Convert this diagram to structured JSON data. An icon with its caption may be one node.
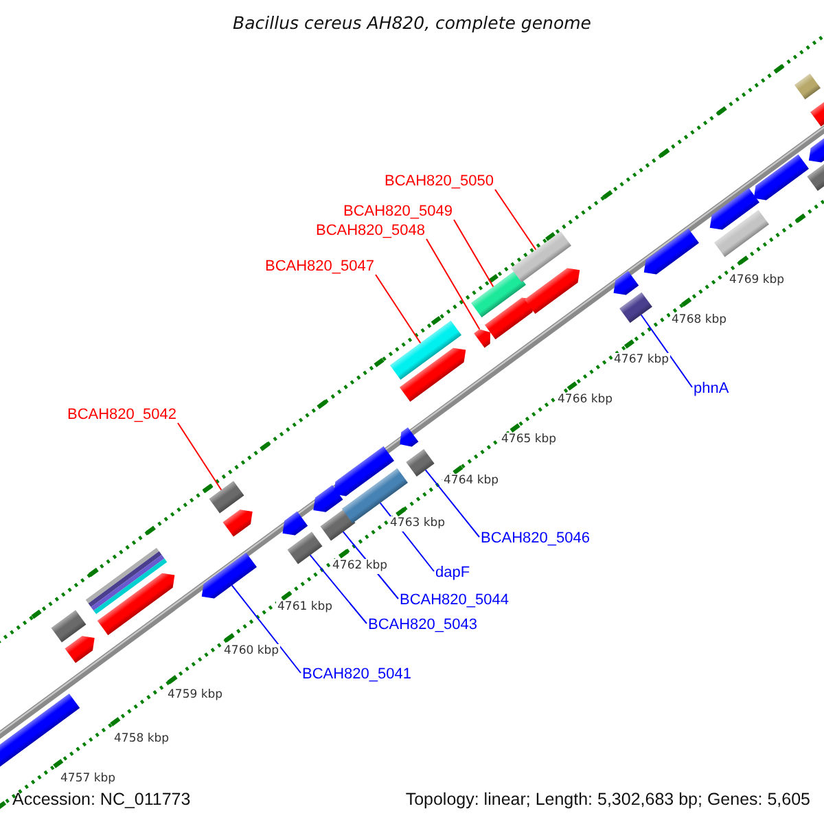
{
  "diagram": {
    "title": "Bacillus cereus AH820, complete genome",
    "nodes": [
      {
        "text": [
          "BCAH820_5050"
        ]
      },
      {
        "text": [
          "BCAH820_5049"
        ]
      },
      {
        "text": [
          "BCAH820_5048"
        ]
      },
      {
        "text": [
          "BCAH820_5047"
        ]
      },
      {
        "text": [
          "BCAH820_5042"
        ]
      },
      {
        "text": [
          "phnA"
        ]
      },
      {
        "text": [
          "BCAH820_5046"
        ]
      },
      {
        "text": [
          "dapF"
        ]
      },
      {
        "text": [
          "BCAH820_5044"
        ]
      },
      {
        "text": [
          "BCAH820_5043"
        ]
      },
      {
        "text": [
          "BCAH820_5041"
        ]
      },
      {
        "text": [],
        "shape": "bar"
      },
      {
        "text": [],
        "shape": "bar"
      },
      {
        "text": [],
        "shape": "bar"
      },
      {
        "text": [],
        "shape": "bar"
      },
      {
        "text": [],
        "shape": "bar"
      },
      {
        "text": [],
        "shape": "bar"
      },
      {
        "text": [],
        "shape": "bar"
      },
      {
        "text": [],
        "shape": "bar"
      },
      {
        "text": [],
        "shape": "bar"
      },
      {
        "text": [],
        "shape": "bar"
      },
      {
        "text": [],
        "shape": "bar"
      },
      {
        "text": [],
        "shape": "bar"
      },
      {
        "text": [],
        "shape": "bar"
      },
      {
        "text": [],
        "shape": "bar"
      },
      {
        "text": [],
        "shape": "bar"
      },
      {
        "text": [],
        "shape": "bar"
      },
      {
        "text": [],
        "shape": "bar"
      },
      {
        "text": [],
        "shape": "bar"
      },
      {
        "text": [],
        "shape": "bar"
      },
      {
        "text": [],
        "shape": "bar"
      },
      {
        "text": [],
        "shape": "bar"
      },
      {
        "text": [],
        "shape": "bar"
      },
      {
        "text": [],
        "shape": "bar"
      },
      {
        "text": [],
        "shape": "bar"
      },
      {
        "text": [],
        "shape": "bar"
      },
      {
        "text": [],
        "shape": "bar"
      },
      {
        "text": [],
        "shape": "bar"
      },
      {
        "text": [],
        "shape": "bar"
      },
      {
        "text": [],
        "shape": "bar"
      },
      {
        "text": [],
        "shape": "bar"
      },
      {
        "text": [],
        "shape": "bar"
      },
      {
        "text": [],
        "shape": "bar"
      },
      {
        "text": [],
        "shape": "bar"
      }
    ],
    "edges": [
      {
        "from": 0,
        "to": 32,
        "arrow": "none",
        "color": "#ff0000"
      },
      {
        "from": 1,
        "to": 29,
        "arrow": "none",
        "color": "#ff0000"
      },
      {
        "from": 2,
        "to": 30,
        "arrow": "none",
        "color": "#ff0000"
      },
      {
        "from": 3,
        "to": 25,
        "arrow": "none",
        "color": "#ff0000"
      },
      {
        "from": 4,
        "to": 17,
        "arrow": "none",
        "color": "#ff0000"
      },
      {
        "from": 5,
        "to": 35,
        "arrow": "none"
      },
      {
        "from": 6,
        "to": 28,
        "arrow": "none"
      },
      {
        "from": 7,
        "to": 24,
        "arrow": "none"
      },
      {
        "from": 8,
        "to": 22,
        "arrow": "none"
      },
      {
        "from": 9,
        "to": 20,
        "arrow": "none"
      },
      {
        "from": 10,
        "to": 16,
        "arrow": "none"
      }
    ],
    "labels": [
      "4769 kbp",
      "4768 kbp",
      "4767 kbp",
      "4766 kbp",
      "4765 kbp",
      "4764 kbp",
      "4763 kbp",
      "4762 kbp",
      "4761 kbp",
      "4760 kbp",
      "4759 kbp",
      "4758 kbp",
      "4757 kbp",
      "Accession: NC_011773",
      "Topology: linear; Length: 5,302,683 bp; Genes: 5,605"
    ]
  }
}
